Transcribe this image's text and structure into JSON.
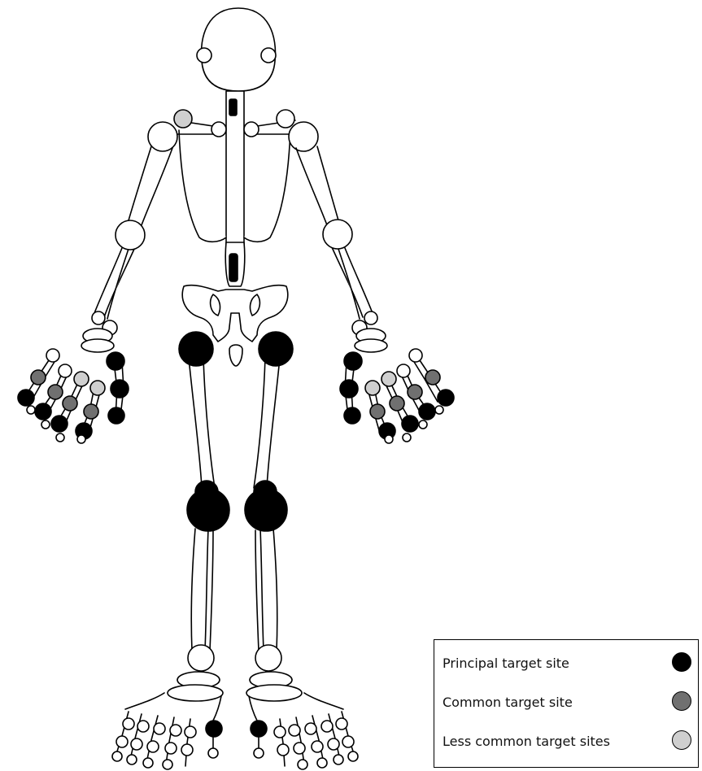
{
  "legend": {
    "items": [
      {
        "label": "Principal target site",
        "color": "#000000"
      },
      {
        "label": "Common target site",
        "color": "#707070"
      },
      {
        "label": "Less common target sites",
        "color": "#cfcfcf"
      }
    ]
  },
  "colors": {
    "principal": "#000000",
    "common": "#707070",
    "less_common": "#cfcfcf",
    "outline": "#000000",
    "bone": "#ffffff"
  }
}
